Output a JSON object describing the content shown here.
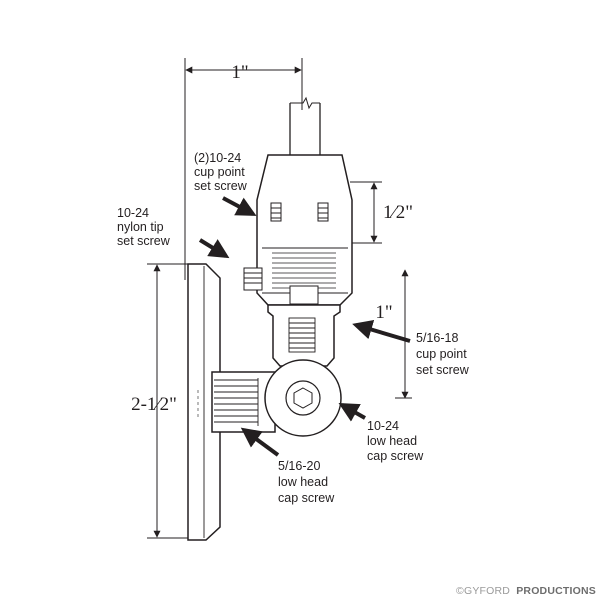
{
  "dimensions": {
    "top_width": "1\"",
    "cone_height": "1⁄2\"",
    "side_one": "1\"",
    "plate_height": "2-1⁄2\""
  },
  "callouts": {
    "cup_point_2": [
      "(2)10-24",
      "cup point",
      "set screw"
    ],
    "nylon_tip": [
      "10-24",
      "nylon tip",
      "set screw"
    ],
    "cup_point_516": [
      "5/16-18",
      "cup point",
      "set screw"
    ],
    "low_head_1024": [
      "10-24",
      "low head",
      "cap screw"
    ],
    "low_head_51620": [
      "5/16-20",
      "low head",
      "cap screw"
    ]
  },
  "credit": {
    "copyright": "©GYFORD",
    "company": "PRODUCTIONS"
  },
  "colors": {
    "line": "#231f20",
    "thin": "#555555",
    "credit_light": "#9a9a9a",
    "credit_dark": "#6d6d6d"
  }
}
